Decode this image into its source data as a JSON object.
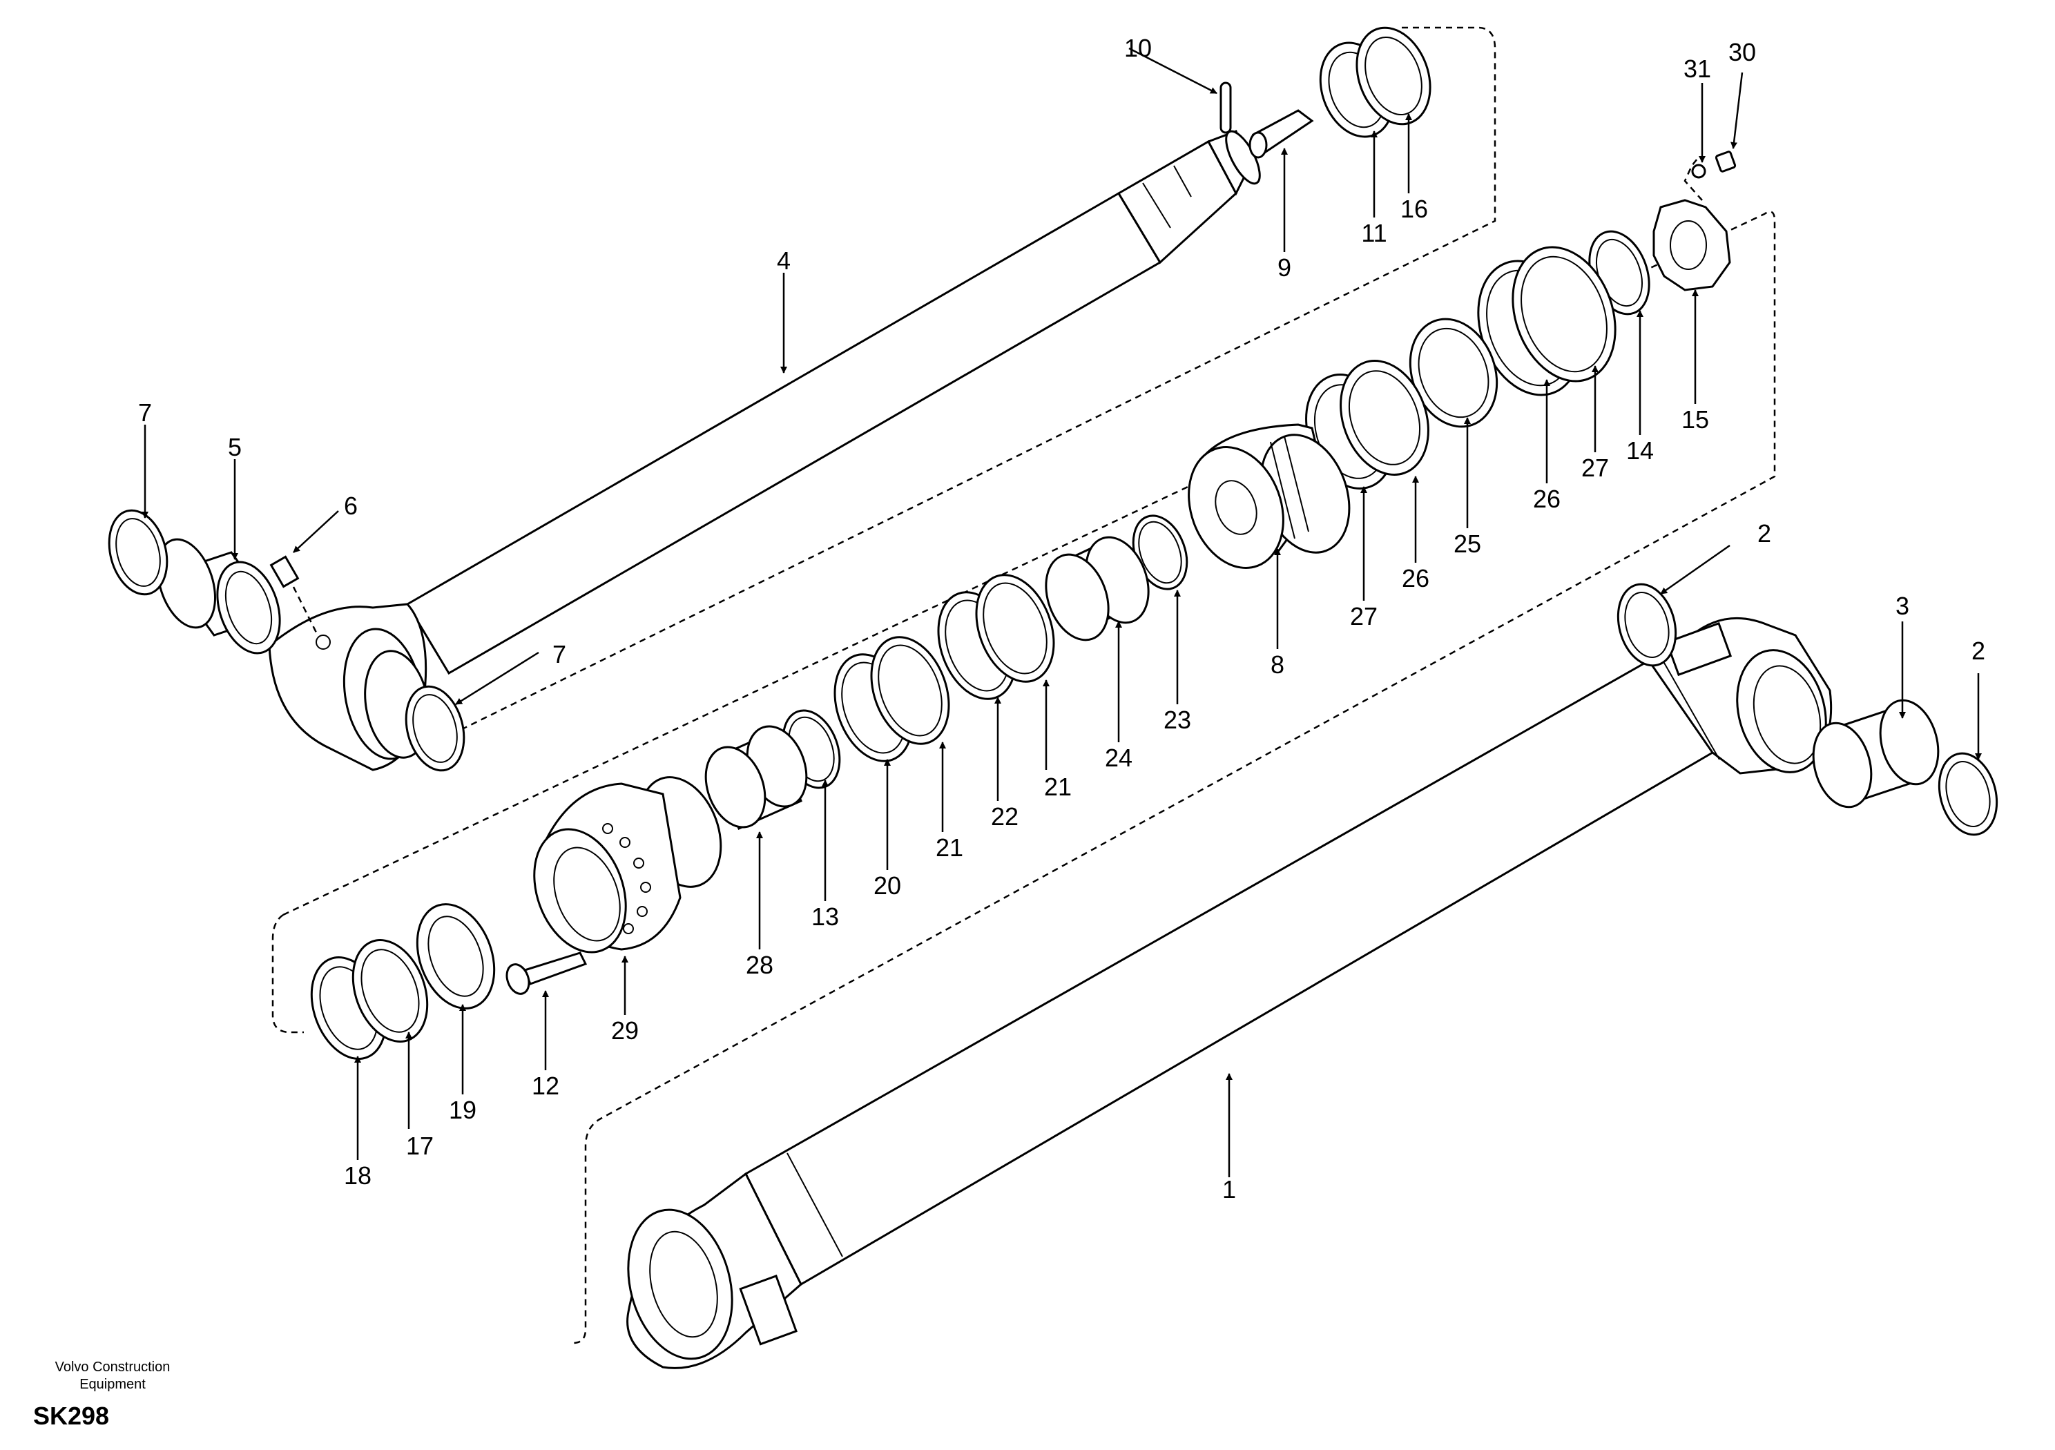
{
  "callouts": [
    "1",
    "2",
    "3",
    "4",
    "5",
    "6",
    "7",
    "8",
    "9",
    "10",
    "11",
    "12",
    "13",
    "14",
    "15",
    "16",
    "17",
    "18",
    "19",
    "20",
    "21",
    "22",
    "23",
    "24",
    "25",
    "26",
    "27",
    "28",
    "29",
    "30",
    "31"
  ],
  "footer": {
    "brand_line1": "Volvo Construction",
    "brand_line2": "Equipment",
    "diagram_code": "SK298"
  },
  "colors": {
    "ink": "#000000",
    "paper": "#ffffff"
  }
}
